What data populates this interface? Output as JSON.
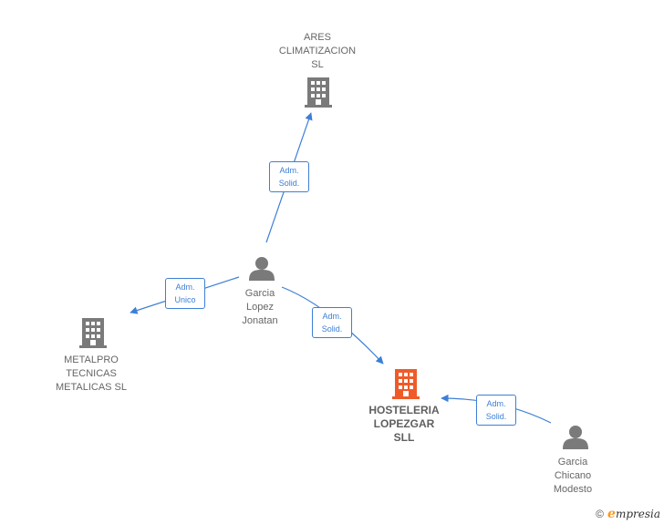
{
  "colors": {
    "edge": "#3d7fd6",
    "company_icon": "#7a7a7a",
    "main_company_icon": "#f05a28",
    "person_icon": "#7a7a7a"
  },
  "nodes": {
    "ares": {
      "label": "ARES\nCLIMATIZACION\nSL",
      "icon": "building-icon"
    },
    "metalpro": {
      "label": "METALPRO\nTECNICAS\nMETALICAS  SL",
      "icon": "building-icon"
    },
    "hosteleria": {
      "label": "HOSTELERIA\nLOPEZGAR\nSLL",
      "icon": "building-icon"
    },
    "garcia_lopez": {
      "label": "Garcia\nLopez\nJonatan",
      "icon": "person-icon"
    },
    "garcia_chicano": {
      "label": "Garcia\nChicano\nModesto",
      "icon": "person-icon"
    }
  },
  "edges": {
    "to_ares": "Adm.\nSolid.",
    "to_metalpro": "Adm.\nUnico",
    "to_hosteleria": "Adm.\nSolid.",
    "chicano_to_hosteleria": "Adm.\nSolid."
  },
  "footer": {
    "copyright": "©",
    "brand_initial": "e",
    "brand_rest": "mpresia"
  }
}
